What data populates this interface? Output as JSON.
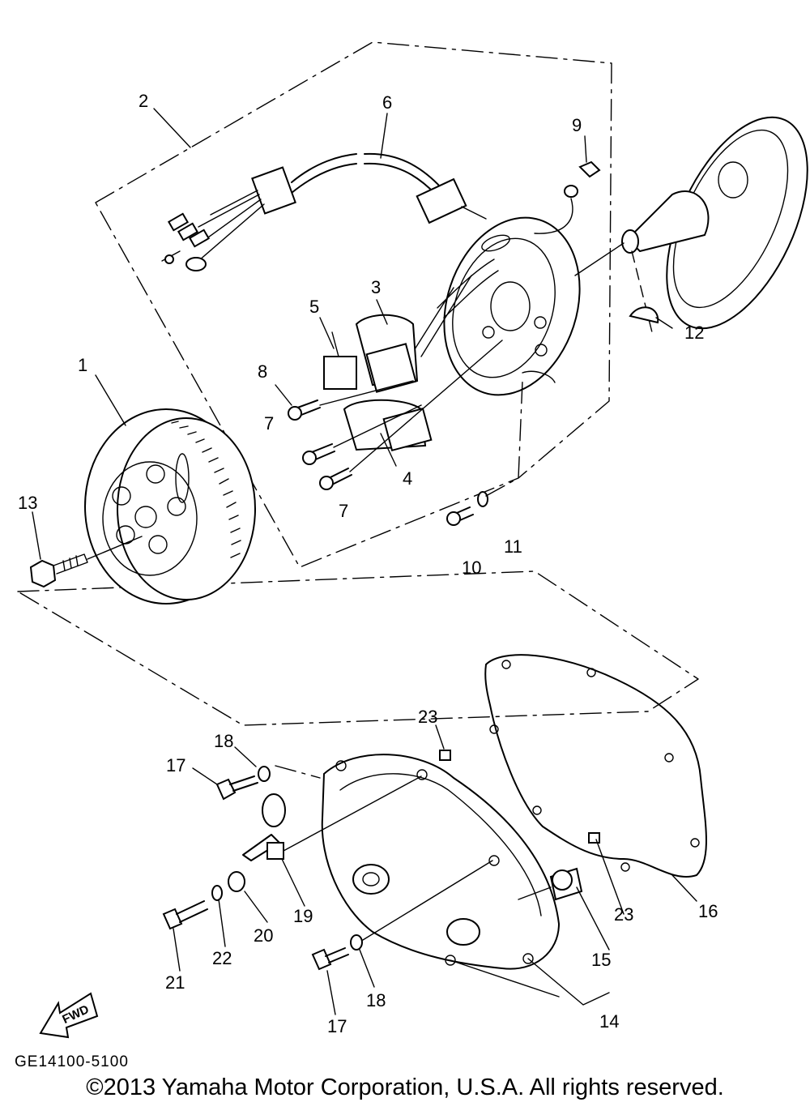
{
  "diagram": {
    "callouts": [
      "1",
      "2",
      "3",
      "4",
      "5",
      "6",
      "7",
      "7",
      "8",
      "9",
      "10",
      "11",
      "12",
      "13",
      "14",
      "15",
      "16",
      "17",
      "17",
      "18",
      "18",
      "19",
      "20",
      "21",
      "22",
      "23",
      "23"
    ],
    "fwd_label": "FWD",
    "drawing_code": "GE14100-5100"
  },
  "footer": {
    "copyright": "©2013 Yamaha Motor Corporation, U.S.A. All rights reserved."
  }
}
